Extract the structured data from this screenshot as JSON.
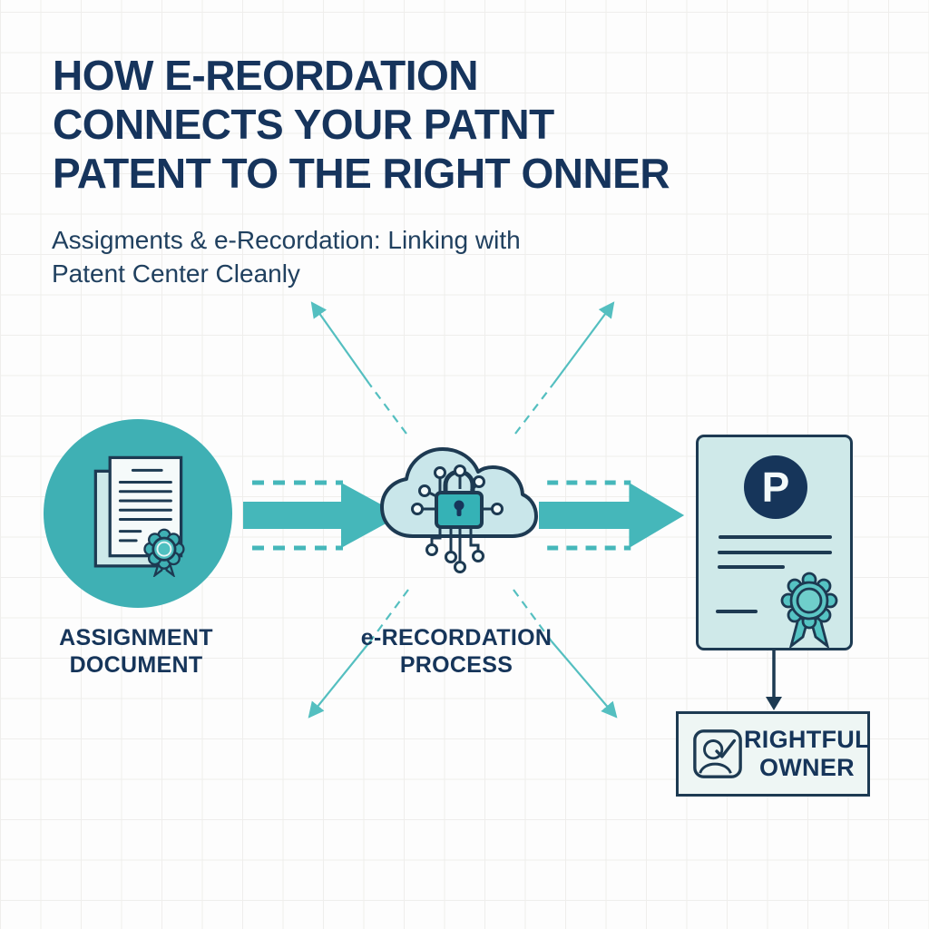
{
  "header": {
    "title_lines": [
      "HOW E-REORDATION",
      "CONNECTS YOUR PATNT",
      "PATENT TO THE RIGHT ONNER"
    ],
    "subtitle_lines": [
      "Assigments & e-Recordation: Linking with",
      "Patent Center Cleanly"
    ]
  },
  "flow": {
    "assignment": {
      "label_lines": [
        "ASSIGNMENT",
        "DOCUMENT"
      ],
      "icon": "assignment-document-icon"
    },
    "process": {
      "label_lines": [
        "e-RECORDATION",
        "PROCESS"
      ],
      "icon": "cloud-lock-circuit-icon"
    },
    "certificate": {
      "badge_letter": "P",
      "icon": "patent-certificate-icon"
    },
    "owner": {
      "label_lines": [
        "RIGHTFUL",
        "OWNER"
      ],
      "icon": "verified-person-icon"
    }
  },
  "style": {
    "colors": {
      "navy": "#16355a",
      "outline_navy": "#1d3a52",
      "teal": "#45b7ba",
      "teal_circle": "#3fb0b4",
      "light_teal_fill": "#c9e6ea",
      "cert_fill": "#cfe9e9",
      "owner_box_fill": "#eef6f4",
      "ray_teal": "#54bfc0",
      "grid_line": "#efeeec",
      "background": "#fdfdfd"
    }
  }
}
